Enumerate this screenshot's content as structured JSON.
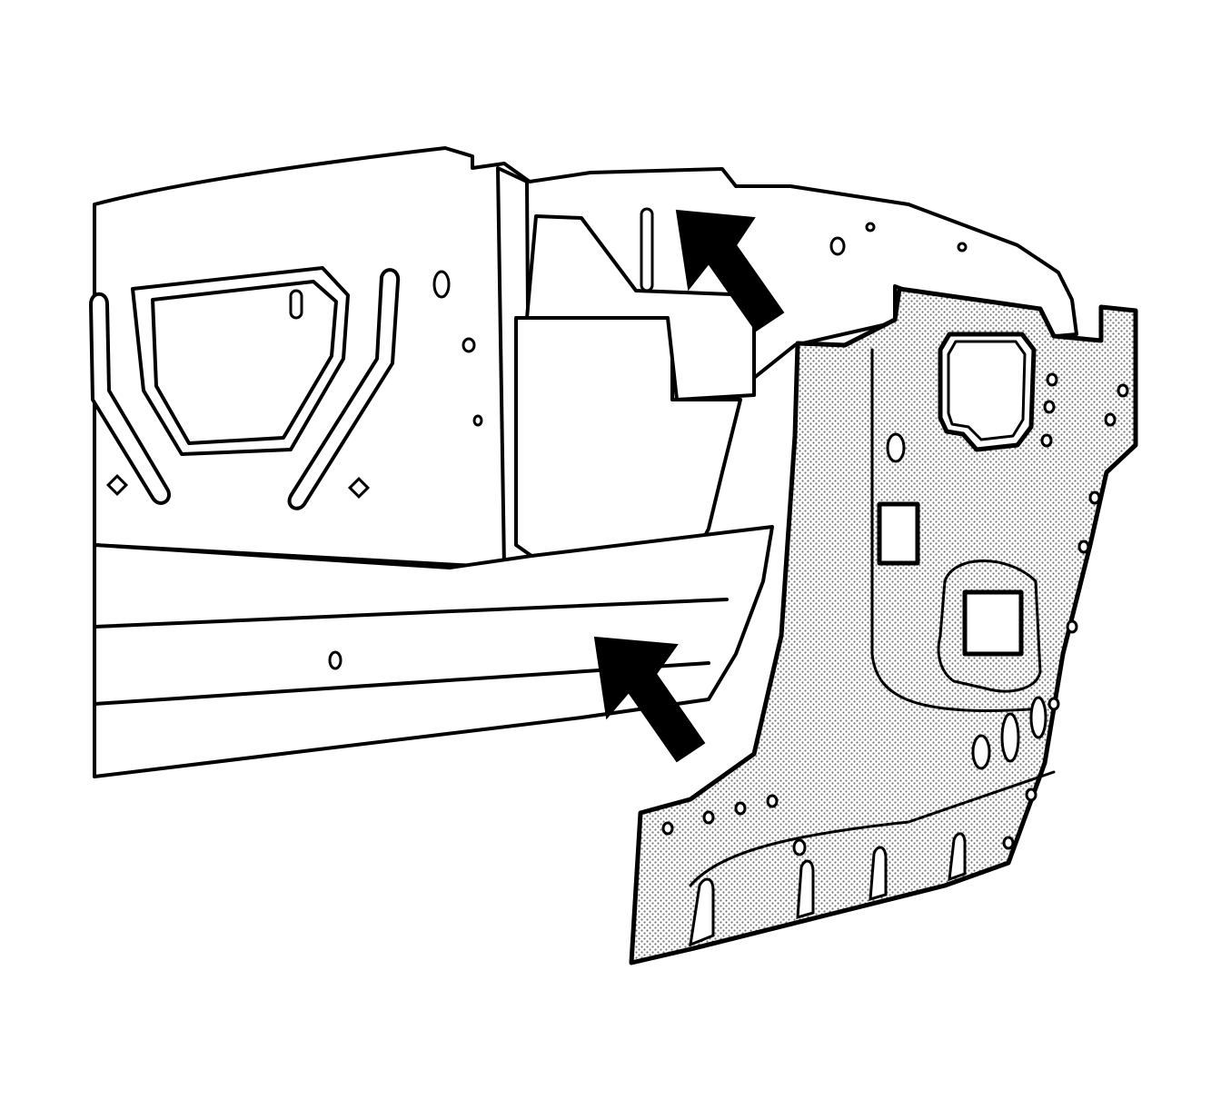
{
  "diagram": {
    "text": "",
    "colors": {
      "line": "#000000",
      "fill": "#ffffff",
      "stipple": "#c8c8c8",
      "arrow": "#000000"
    },
    "parts": [
      "body-side-assembly",
      "quarter-outer-panel",
      "rocker-panel",
      "inner-panel-openings"
    ],
    "arrows": [
      "upper-arrow-icon",
      "lower-arrow-icon"
    ]
  }
}
